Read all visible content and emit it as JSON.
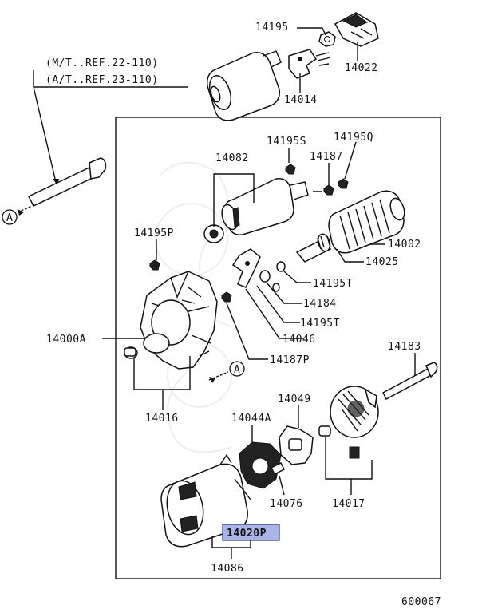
{
  "refs": {
    "mt": "(M/T..REF.22-110)",
    "at": "(A/T..REF.23-110)"
  },
  "callouts": {
    "a1": "A",
    "a2": "A"
  },
  "parts": {
    "p14195_top": "14195",
    "p14022": "14022",
    "p14014": "14014",
    "p14195s": "14195S",
    "p14195q": "14195Q",
    "p14082": "14082",
    "p14187": "14187",
    "p14195p": "14195P",
    "p14002": "14002",
    "p14025": "14025",
    "p14195t_a": "14195T",
    "p14184": "14184",
    "p14195t_b": "14195T",
    "p14000a": "14000A",
    "p14046": "14046",
    "p14187p": "14187P",
    "p14183": "14183",
    "p14016": "14016",
    "p14049": "14049",
    "p14044a": "14044A",
    "p14076": "14076",
    "p14017": "14017",
    "p14020p": "14020P",
    "p14086": "14086"
  },
  "highlight_color": "#aab4e6",
  "diagram_id": "600067"
}
